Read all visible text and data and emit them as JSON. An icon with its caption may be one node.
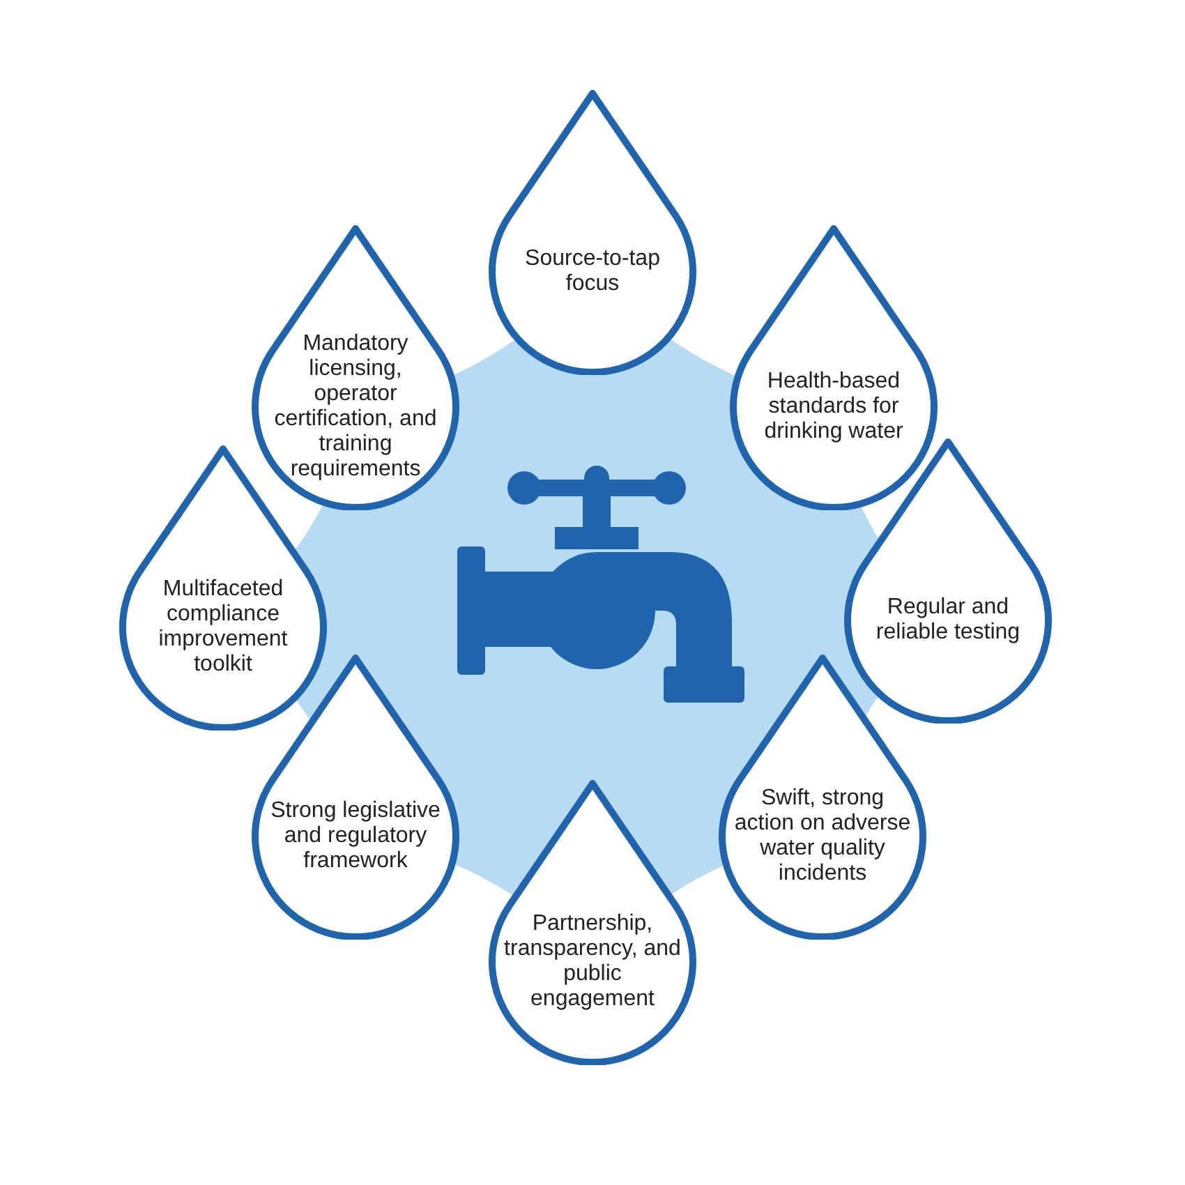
{
  "diagram": {
    "nodes": [
      {
        "text": [
          "Source-to-tap focus"
        ]
      },
      {
        "text": [
          "Health-based standards for drinking water"
        ]
      },
      {
        "text": [
          "Regular and reliable testing"
        ]
      },
      {
        "text": [
          "Swift, strong action on adverse water quality incidents"
        ]
      },
      {
        "text": [
          "Partnership, transparency, and public engagement"
        ]
      },
      {
        "text": [
          "Strong legislative and regulatory framework"
        ]
      },
      {
        "text": [
          "Multifaceted compliance improvement toolkit"
        ]
      },
      {
        "text": [
          "Mandatory licensing, operator certification, and training requirements"
        ]
      }
    ]
  }
}
